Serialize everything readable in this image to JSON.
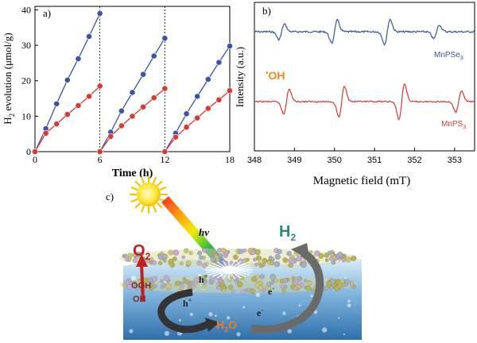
{
  "panel_labels": {
    "a": "a)",
    "b": "b)",
    "c": "c)"
  },
  "chart_data": [
    {
      "type": "scatter",
      "panel": "a",
      "xlabel": "Time (h)",
      "ylabel_parts": {
        "main": "H",
        "sub": "2",
        "rest": " evolution (μmol/g)"
      },
      "xlim": [
        0,
        18
      ],
      "ylim": [
        0,
        41
      ],
      "xticks": [
        0,
        6,
        12,
        18
      ],
      "yticks": [
        0,
        10,
        20,
        30,
        40
      ],
      "cycle_markers": [
        6,
        12
      ],
      "series": [
        {
          "color": "#3a55a8",
          "cycles": [
            [
              [
                0,
                0
              ],
              [
                1,
                6.5
              ],
              [
                2,
                13.5
              ],
              [
                3,
                20.2
              ],
              [
                4,
                26.2
              ],
              [
                5,
                32.5
              ],
              [
                6,
                39
              ]
            ],
            [
              [
                6,
                0
              ],
              [
                7,
                5.5
              ],
              [
                8,
                11.5
              ],
              [
                9,
                16.7
              ],
              [
                10,
                21.8
              ],
              [
                11,
                27
              ],
              [
                12,
                32
              ]
            ],
            [
              [
                12,
                0
              ],
              [
                13,
                5.2
              ],
              [
                14,
                10.7
              ],
              [
                15,
                15.6
              ],
              [
                16,
                20.4
              ],
              [
                17,
                25.2
              ],
              [
                18,
                29.8
              ]
            ]
          ]
        },
        {
          "color": "#d93a33",
          "cycles": [
            [
              [
                0,
                0
              ],
              [
                1,
                5.2
              ],
              [
                2,
                7.8
              ],
              [
                3,
                10.5
              ],
              [
                4,
                13
              ],
              [
                5,
                15.6
              ],
              [
                6,
                18.5
              ]
            ],
            [
              [
                6,
                0
              ],
              [
                7,
                4.3
              ],
              [
                8,
                7.3
              ],
              [
                9,
                10
              ],
              [
                10,
                12.6
              ],
              [
                11,
                15.2
              ],
              [
                12,
                17.8
              ]
            ],
            [
              [
                12,
                0
              ],
              [
                13,
                4.1
              ],
              [
                14,
                6.9
              ],
              [
                15,
                9.5
              ],
              [
                16,
                12.2
              ],
              [
                17,
                14.6
              ],
              [
                18,
                17.2
              ]
            ]
          ]
        }
      ]
    },
    {
      "type": "line",
      "panel": "b",
      "xlabel": "Magnetic field (mT)",
      "ylabel": "Intensity (a.u.)",
      "xlim": [
        348,
        353.5
      ],
      "xticks": [
        348,
        349,
        350,
        351,
        352,
        353
      ],
      "annotation": {
        "dot": "•",
        "text": "OH",
        "color": "#f08a1c"
      },
      "series": [
        {
          "label_main": "MnPSe",
          "label_sub": "3",
          "color": "#3a55a8",
          "peaks": [
            348.68,
            350.0,
            351.32,
            352.55
          ]
        },
        {
          "label_main": "MnPS",
          "label_sub": "3",
          "color": "#d93a33",
          "peaks": [
            348.8,
            350.18,
            351.68,
            353.1
          ]
        }
      ]
    }
  ],
  "diagram": {
    "hv": "hν",
    "o2_main": "O",
    "o2_sub": "2",
    "h2_main": "H",
    "h2_sub": "2",
    "ooh": "OOH",
    "oh": "OH",
    "hplus_1": "h",
    "hplus_2": "h",
    "hplus_sup": "+",
    "eminus_1": "e",
    "eminus_2": "e",
    "eminus_sup": "-",
    "h2o_main": "H",
    "h2o_sub": "2",
    "h2o_rest": "O"
  }
}
